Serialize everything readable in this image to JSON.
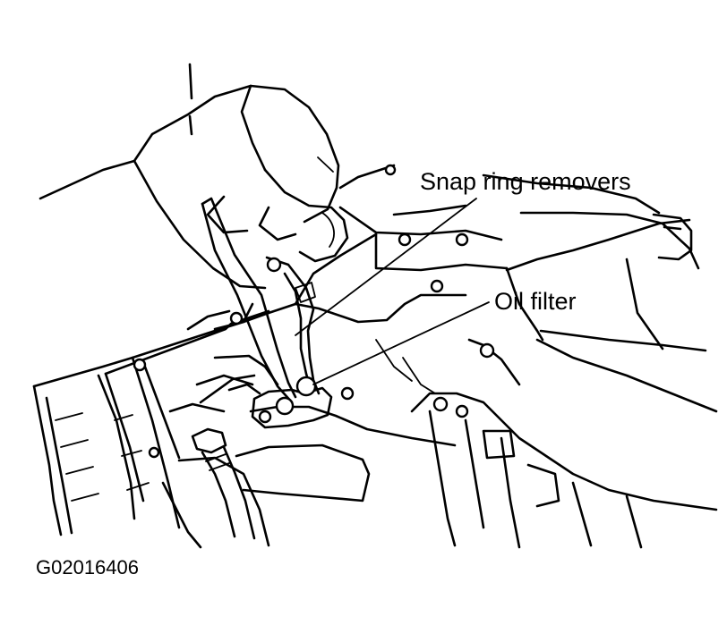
{
  "diagram": {
    "labels": {
      "snap_ring_removers": "Snap ring removers",
      "oil_filter": "Oil filter"
    },
    "figure_id": "G02016406",
    "colors": {
      "ink": "#000000",
      "background": "#ffffff"
    }
  }
}
